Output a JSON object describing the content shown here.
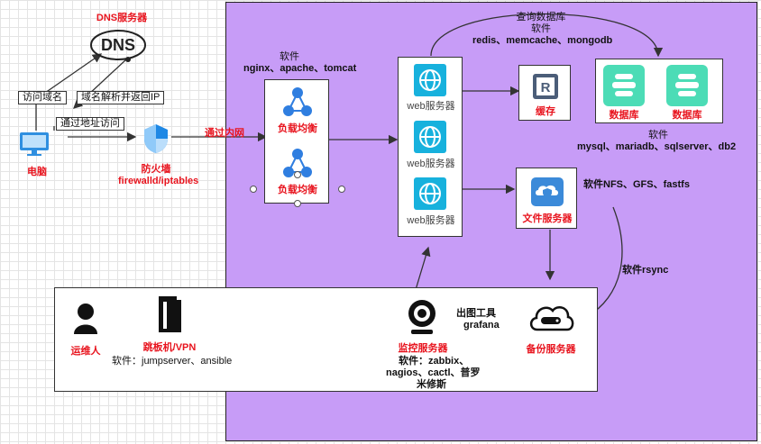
{
  "dns": {
    "title": "DNS服务器",
    "icon_text": "DNS"
  },
  "labels": {
    "visit_domain": "访问域名",
    "resolve_return_ip": "域名解析并返回IP",
    "visit_by_address": "通过地址访问",
    "intranet": "通过内网"
  },
  "computer": {
    "label": "电脑"
  },
  "firewall": {
    "label": "防火墙",
    "software": "firewalld/iptables"
  },
  "lb": {
    "software_title": "软件",
    "software": "nginx、apache、tomcat",
    "items": [
      "负载均衡",
      "负载均衡"
    ]
  },
  "web": {
    "items": [
      "web服务器",
      "web服务器",
      "web服务器"
    ]
  },
  "cache_query": {
    "title": "查询数据库",
    "software_title": "软件",
    "software": "redis、memcache、mongodb"
  },
  "cache": {
    "label": "缓存"
  },
  "db": {
    "items": [
      "数据库",
      "数据库"
    ],
    "software_title": "软件",
    "software": "mysql、mariadb、sqlserver、db2"
  },
  "file_server": {
    "label": "文件服务器",
    "software": "软件NFS、GFS、fastfs"
  },
  "rsync": {
    "label": "软件rsync"
  },
  "backup": {
    "label": "备份服务器"
  },
  "ops": {
    "label": "运维人"
  },
  "jump": {
    "label": "跳板机/VPN",
    "software": "软件：jumpserver、ansible"
  },
  "monitor": {
    "label": "监控服务器",
    "graph_tool": "出图工具",
    "graph_software": "grafana",
    "software_line1": "软件：zabbix、",
    "software_line2": "nagios、cactl、普罗",
    "software_line3": "米修斯"
  },
  "colors": {
    "region": "#c79cf7",
    "label_red": "#e8141e",
    "web_icon": "#17b1dd",
    "db_icon": "#4cdcb6",
    "firewall_blue": "#1e88e5"
  },
  "icons": [
    "dns-icon",
    "computer-icon",
    "shield-icon",
    "network-icon",
    "globe-icon",
    "chip-icon",
    "database-icon",
    "cloud-shield-icon",
    "cloud-drive-icon",
    "user-icon",
    "door-icon",
    "webcam-icon"
  ]
}
